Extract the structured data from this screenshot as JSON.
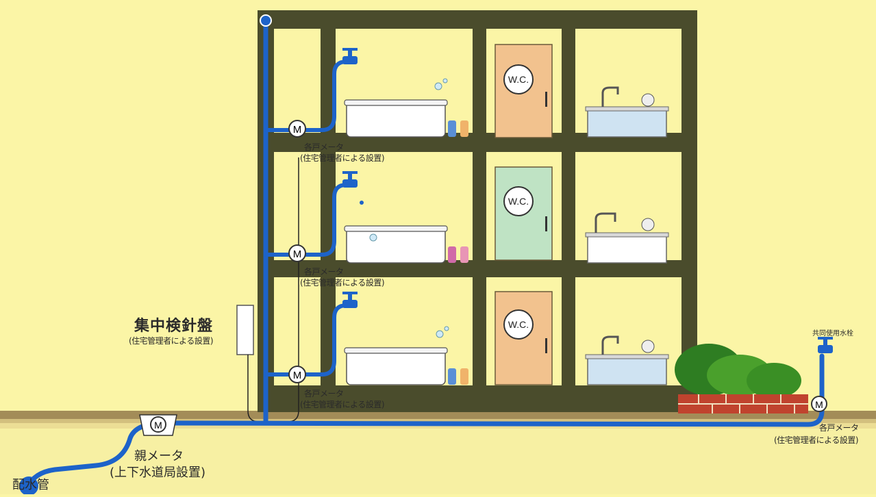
{
  "central_panel": {
    "title": "集中検針盤",
    "subtitle": "(住宅管理者による設置)"
  },
  "unit_meters": [
    {
      "line1": "各戸メータ",
      "line2": "(住宅管理者による設置)"
    },
    {
      "line1": "各戸メータ",
      "line2": "(住宅管理者による設置)"
    },
    {
      "line1": "各戸メータ",
      "line2": "(住宅管理者による設置)"
    }
  ],
  "parent_meter": {
    "title": "親メータ",
    "subtitle": "(上下水道局設置)"
  },
  "distribution_pipe": "配水管",
  "shared_tap": "共同使用水栓",
  "outdoor_meter": {
    "line1": "各戸メータ",
    "line2": "(住宅管理者による設置)"
  },
  "wc_label": "W.C.",
  "meter_symbol": "M"
}
